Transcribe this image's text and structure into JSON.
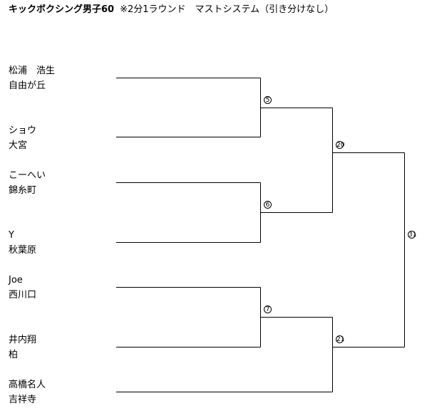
{
  "title": {
    "event": "キックボクシング男子60",
    "rule": "※2分1ラウンド　マストシステム（引き分けなし）"
  },
  "players": [
    {
      "name": "松浦　浩生",
      "club": "自由が丘"
    },
    {
      "name": "ショウ",
      "club": "大宮"
    },
    {
      "name": "こーへい",
      "club": "錦糸町"
    },
    {
      "name": "Y",
      "club": "秋葉原"
    },
    {
      "name": "Joe",
      "club": "西川口"
    },
    {
      "name": "井内翔",
      "club": "柏"
    },
    {
      "name": "高橋名人",
      "club": "吉祥寺"
    }
  ],
  "matches": [
    {
      "number": "5"
    },
    {
      "number": "6"
    },
    {
      "number": "7"
    },
    {
      "number": "20"
    },
    {
      "number": "21"
    },
    {
      "number": "31"
    }
  ]
}
